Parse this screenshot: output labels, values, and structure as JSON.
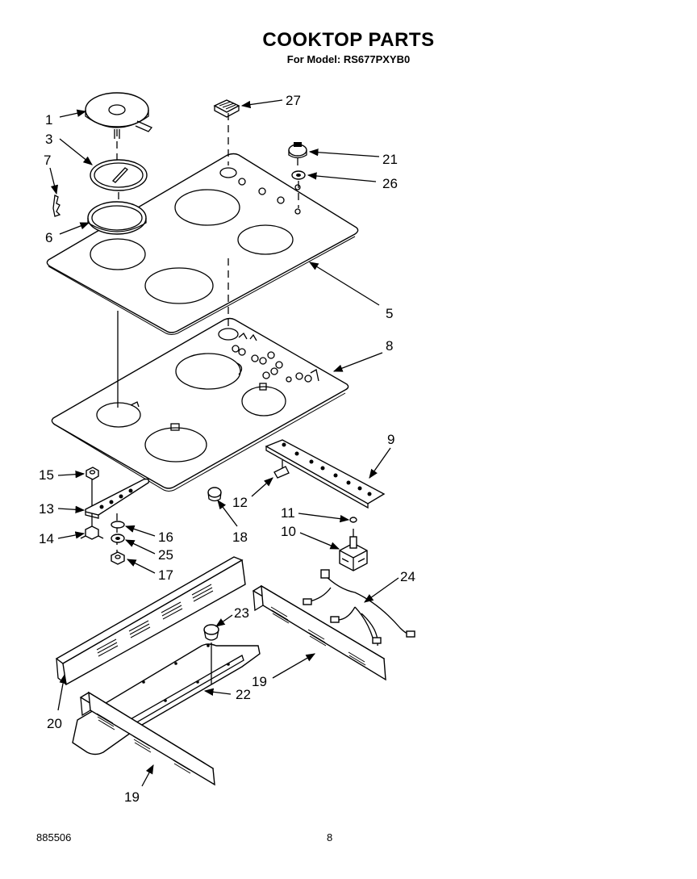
{
  "header": {
    "title": "COOKTOP PARTS",
    "subtitle": "For Model: RS677PXYB0"
  },
  "footer": {
    "doc_number": "885506",
    "page_number": "8"
  },
  "callouts": [
    "1",
    "3",
    "7",
    "6",
    "27",
    "21",
    "26",
    "5",
    "8",
    "9",
    "15",
    "13",
    "14",
    "16",
    "25",
    "17",
    "12",
    "18",
    "11",
    "10",
    "24",
    "23",
    "22",
    "19",
    "20",
    "19"
  ]
}
